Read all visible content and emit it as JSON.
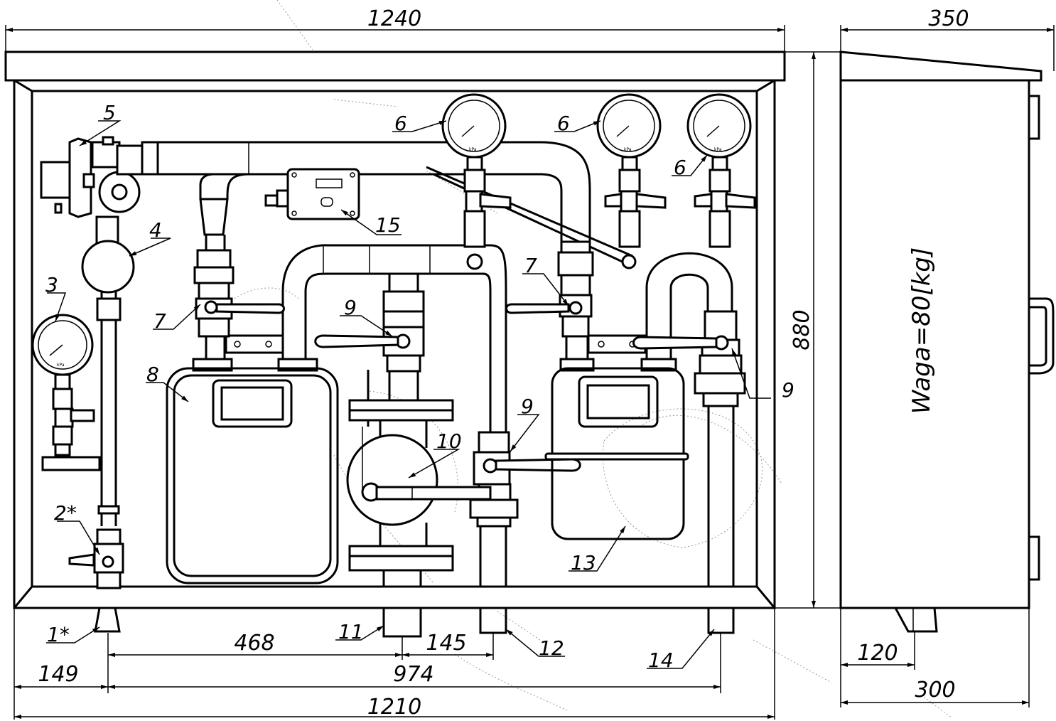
{
  "dimensions": {
    "overall_width_top": "1240",
    "side_depth_top": "350",
    "height": "880",
    "dim_468": "468",
    "dim_145": "145",
    "dim_149": "149",
    "dim_974": "974",
    "overall_width_bottom": "1210",
    "side_120": "120",
    "side_300": "300"
  },
  "weight_label": "Waga=80[kg]",
  "gauge_unit": "kPa",
  "callouts": {
    "c1": "1*",
    "c2": "2*",
    "c3": "3",
    "c4": "4",
    "c5": "5",
    "c6a": "6",
    "c6b": "6",
    "c6c": "6",
    "c7a": "7",
    "c7b": "7",
    "c8": "8",
    "c9a": "9",
    "c9b": "9",
    "c9c": "9",
    "c10": "10",
    "c11": "11",
    "c12": "12",
    "c13": "13",
    "c14": "14",
    "c15": "15"
  }
}
